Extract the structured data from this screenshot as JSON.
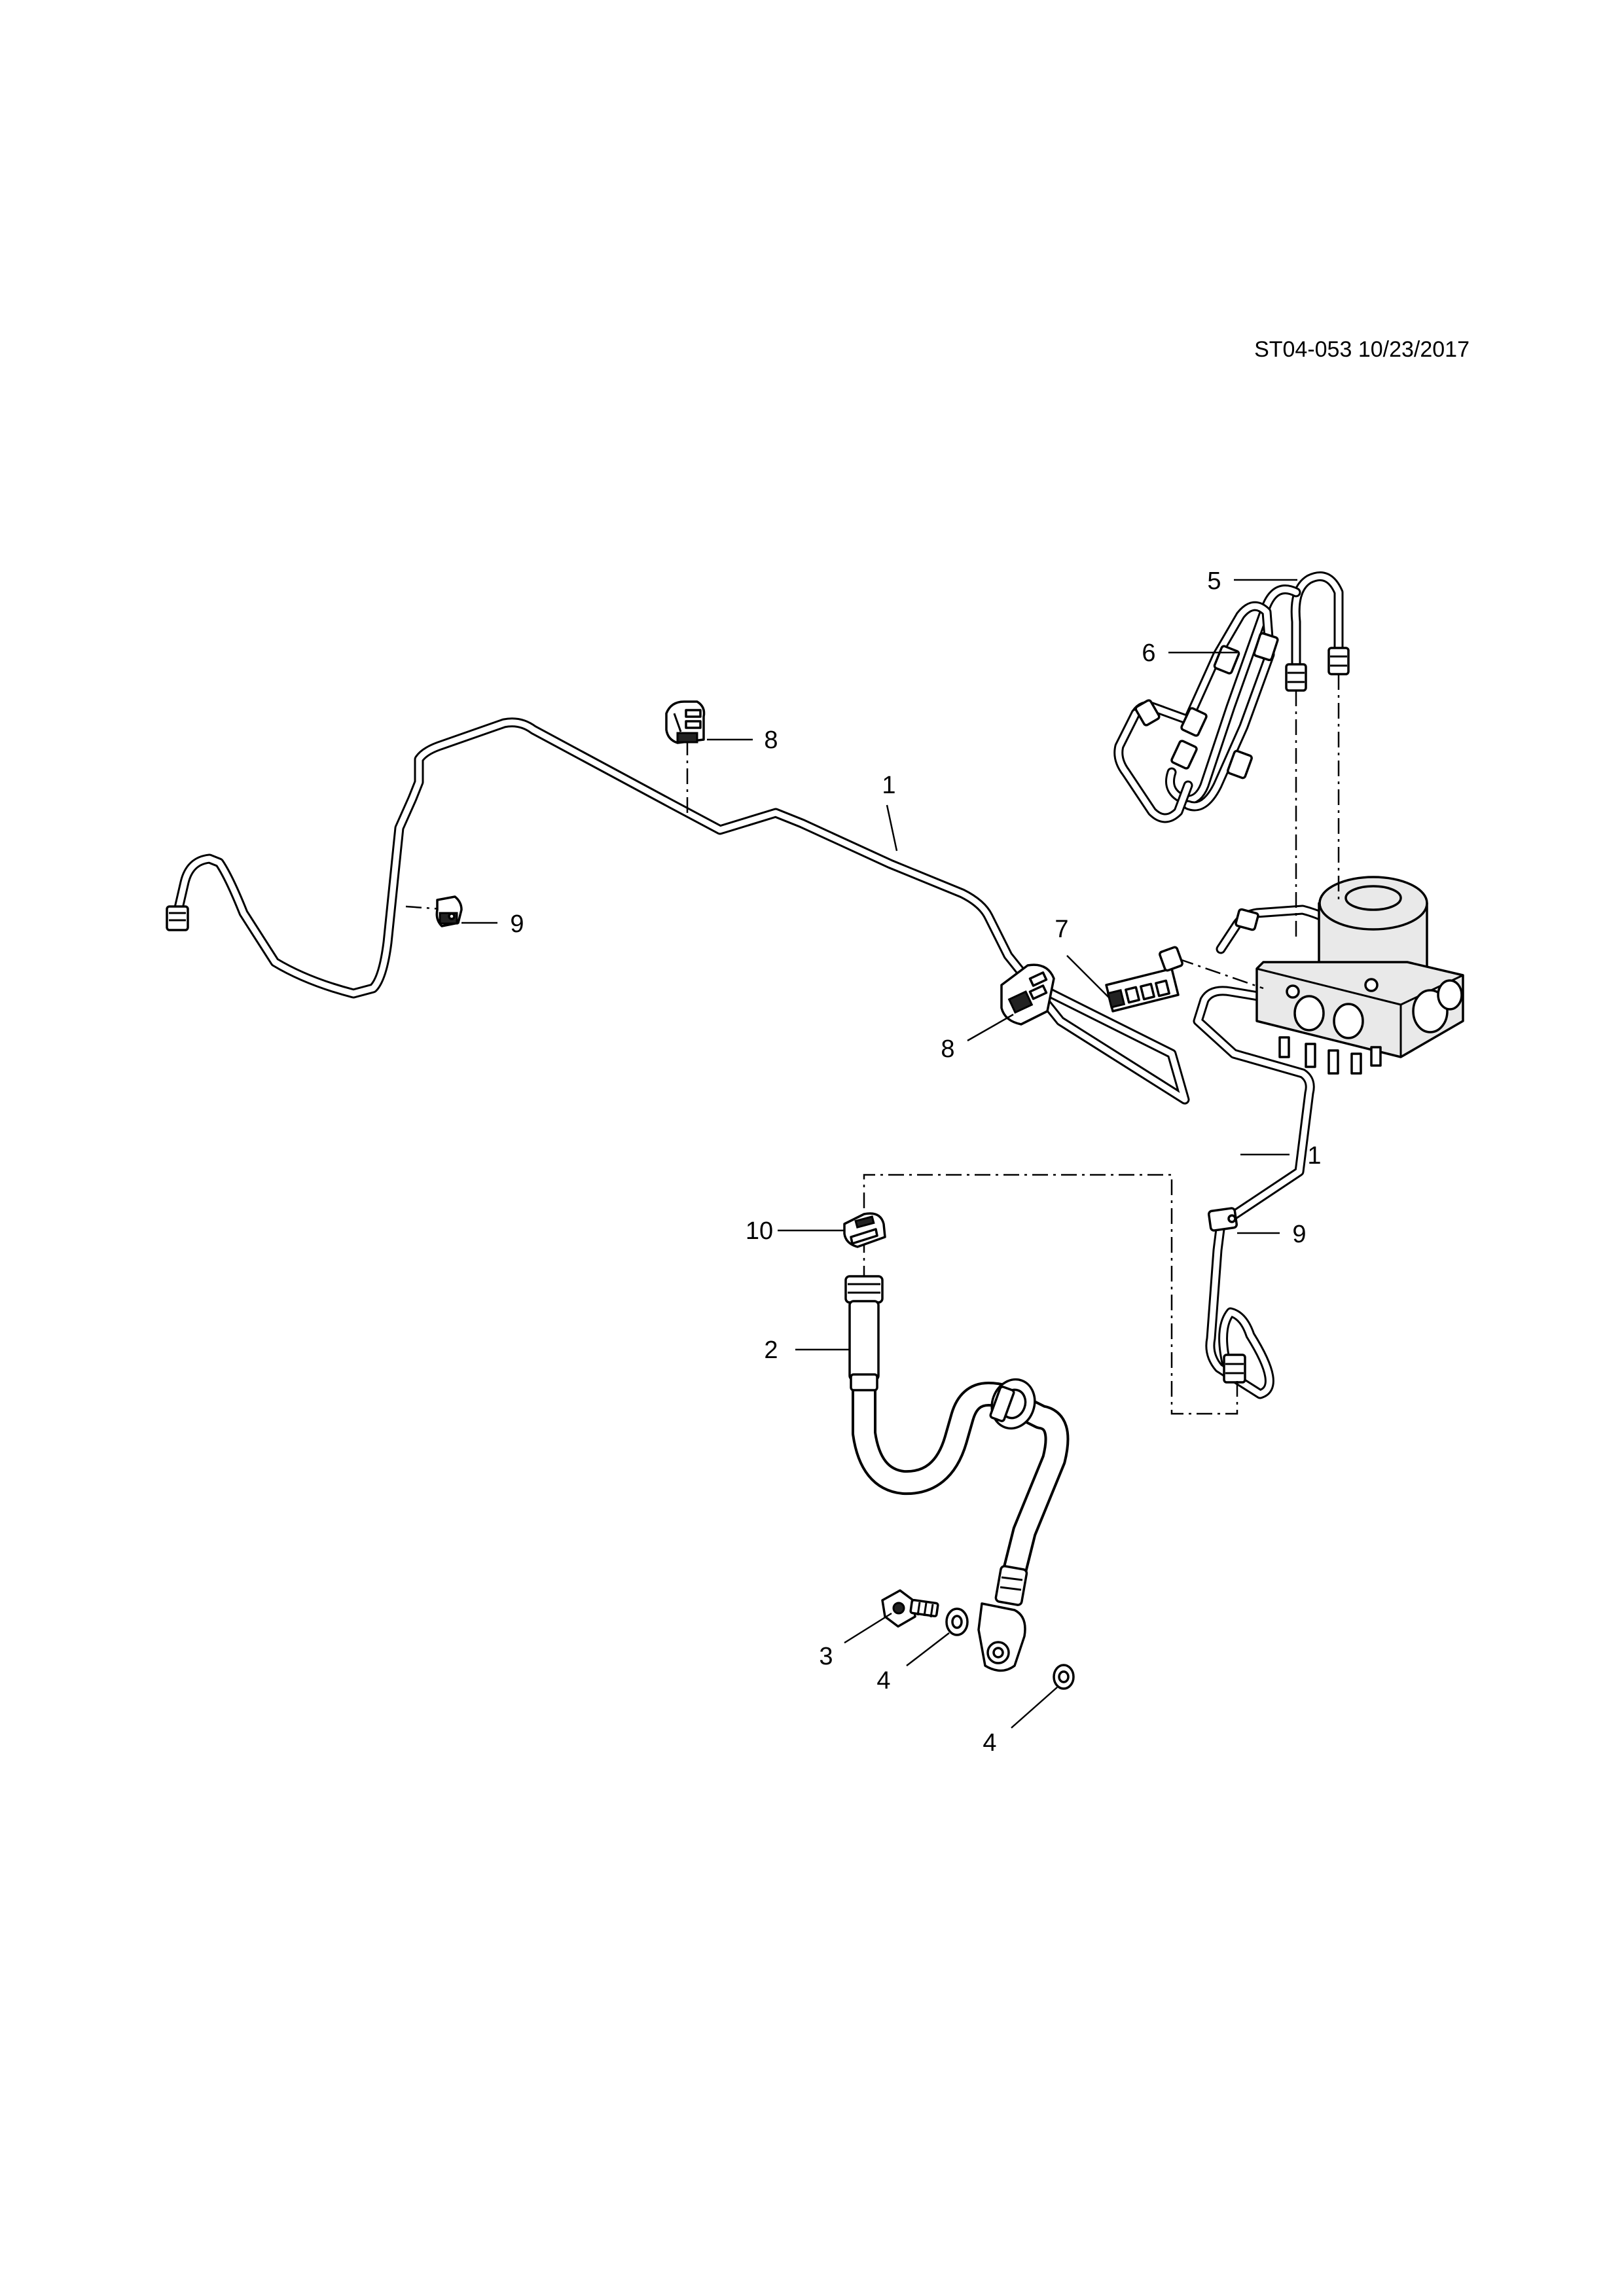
{
  "header": {
    "drawing_code": "ST04-053 10/23/2017"
  },
  "callouts": [
    {
      "id": "c1a",
      "label": "1"
    },
    {
      "id": "c1b",
      "label": "1"
    },
    {
      "id": "c2",
      "label": "2"
    },
    {
      "id": "c3",
      "label": "3"
    },
    {
      "id": "c4a",
      "label": "4"
    },
    {
      "id": "c4b",
      "label": "4"
    },
    {
      "id": "c5",
      "label": "5"
    },
    {
      "id": "c6",
      "label": "6"
    },
    {
      "id": "c7",
      "label": "7"
    },
    {
      "id": "c8a",
      "label": "8"
    },
    {
      "id": "c8b",
      "label": "8"
    },
    {
      "id": "c9a",
      "label": "9"
    },
    {
      "id": "c9b",
      "label": "9"
    },
    {
      "id": "c10",
      "label": "10"
    }
  ]
}
